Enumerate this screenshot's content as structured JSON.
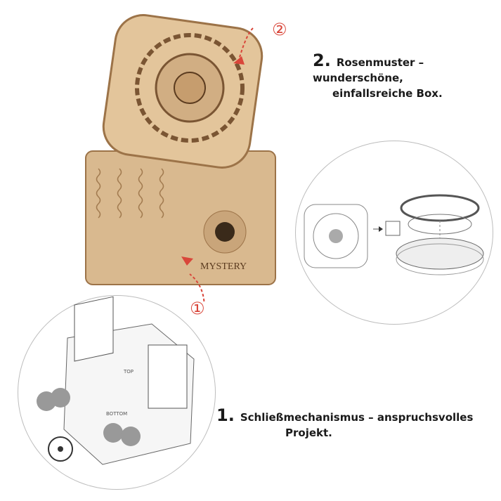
{
  "features": [
    {
      "number": "2.",
      "line1": "Rosenmuster – wunderschöne,",
      "line2": "einfallsreiche Box."
    },
    {
      "number": "1.",
      "line1": "Schließmechanismus – anspruchsvolles",
      "line2": "Projekt."
    }
  ],
  "markers": {
    "one": "①",
    "two": "②"
  },
  "product": {
    "engraving": "MYSTERY",
    "top_label": "TOP",
    "bottom_label": "BOTTOM"
  },
  "colors": {
    "wood": "#d9b98f",
    "wood_dark": "#9c7348",
    "marker": "#d9463a",
    "circle_border": "#bdbdbd"
  }
}
